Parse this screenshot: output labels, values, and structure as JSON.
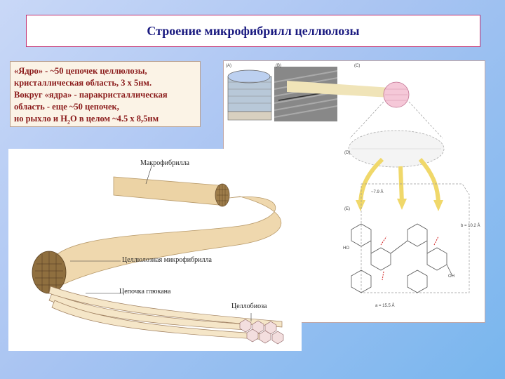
{
  "slide": {
    "title": "Строение микрофибрилл целлюлозы"
  },
  "note": {
    "line1": "«Ядро» - ~50 цепочек целлюлозы,",
    "line2": "кристаллическая область, 3 x 5нм.",
    "line3": "Вокруг «ядра» - паракристаллическая",
    "line4": "область - еще ~50 цепочек,",
    "line5_a": "но рыхло и H",
    "line5_sub": "2",
    "line5_b": "O в целом ~4.5 х 8,5нм"
  },
  "left_figure": {
    "label_macrofibril": "Макрофибрилла",
    "label_microfibril": "Целлюлозная микрофибрилла",
    "label_glucan_chain": "Цепочка глюкана",
    "label_cellobiose": "Целлобиоза"
  },
  "right_figure": {
    "panel_a": "(A)",
    "panel_b": "(B)",
    "panel_c": "(C)",
    "panel_d": "(D)",
    "panel_e": "(E)",
    "dim_left": "~7.9 Å",
    "dim_right": "b = 10.2 Å",
    "dim_bottom": "a = 15.5 Å",
    "ho": "HO",
    "oh": "OH"
  },
  "colors": {
    "title_text": "#1a1a80",
    "note_text": "#8a1a1a",
    "fibril_tan": "#e8cfa0",
    "arrow_yellow": "#f0d86a"
  }
}
